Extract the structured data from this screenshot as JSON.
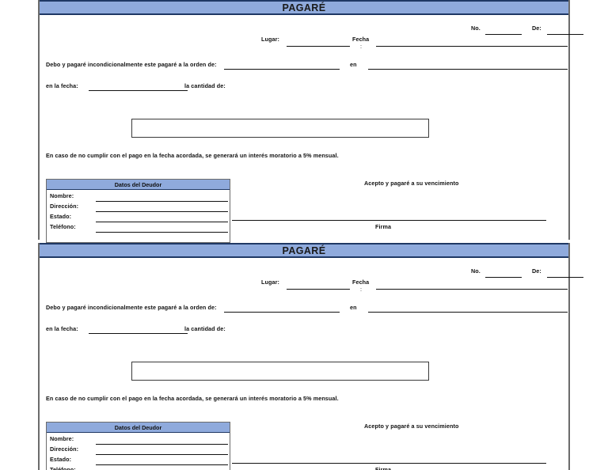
{
  "document": {
    "title": "PAGARÉ",
    "accent_color": "#8FAADC",
    "accent_border_color": "#1F3864"
  },
  "form": {
    "title": "PAGARÉ",
    "header": {
      "no_label": "No.",
      "de_label": "De:",
      "lugar_label": "Lugar:",
      "fecha_label": "Fecha",
      "fecha_colon": ":"
    },
    "clauses": {
      "orden_de": "Debo y pagaré incondicionalmente este pagaré a la orden de:",
      "en": "en",
      "en_la_fecha": "en la fecha:",
      "la_cantidad_de": "la cantidad de:",
      "interes": "En caso de no cumplir con el pago en la fecha acordada, se generará un interés moratorio a 5% mensual."
    },
    "deudor": {
      "heading": "Datos del Deudor",
      "fields": [
        {
          "label": "Nombre:"
        },
        {
          "label": "Dirección:"
        },
        {
          "label": "Estado:"
        },
        {
          "label": "Teléfono:"
        }
      ]
    },
    "acceptance": {
      "text": "Acepto y pagaré a su vencimiento",
      "firma_label": "Firma"
    }
  },
  "forms": [
    {
      "index": 1
    },
    {
      "index": 2
    }
  ]
}
